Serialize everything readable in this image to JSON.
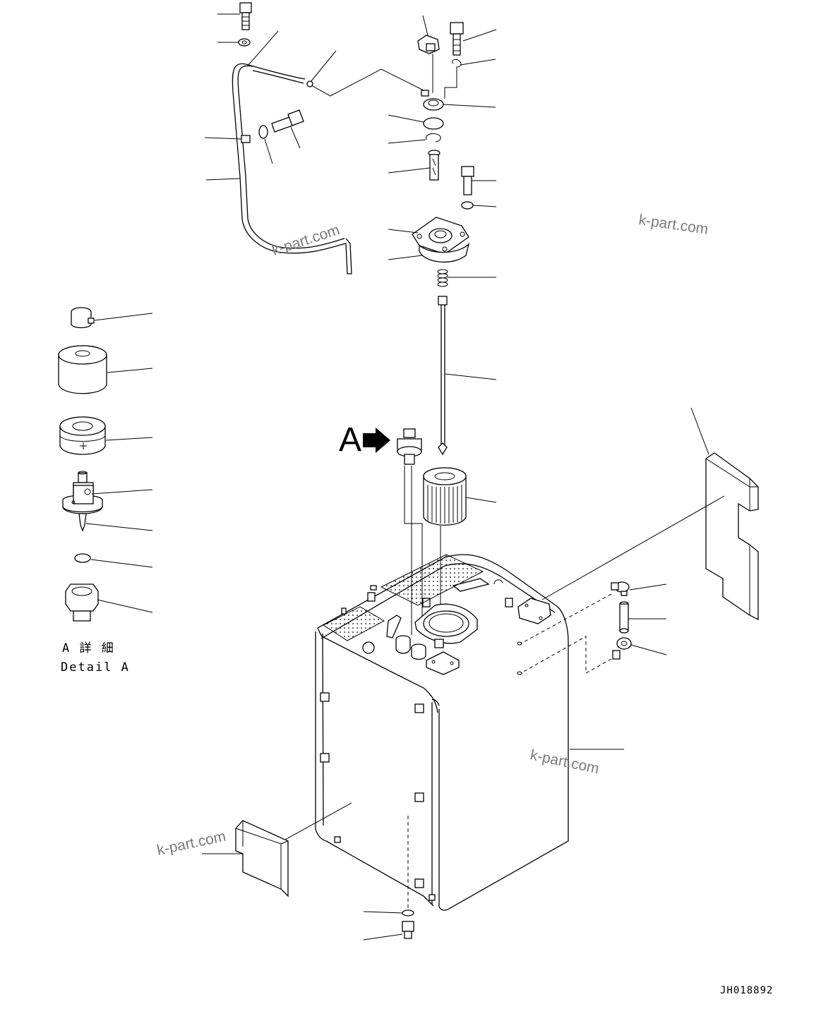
{
  "diagram": {
    "callout_letter": "A",
    "detail_label_jp": "A 詳 細",
    "detail_label_en": "Detail A",
    "drawing_code": "JH018892",
    "watermarks": [
      "k-part.com",
      "k-part.com",
      "k-part.com",
      "k-part.com"
    ]
  }
}
